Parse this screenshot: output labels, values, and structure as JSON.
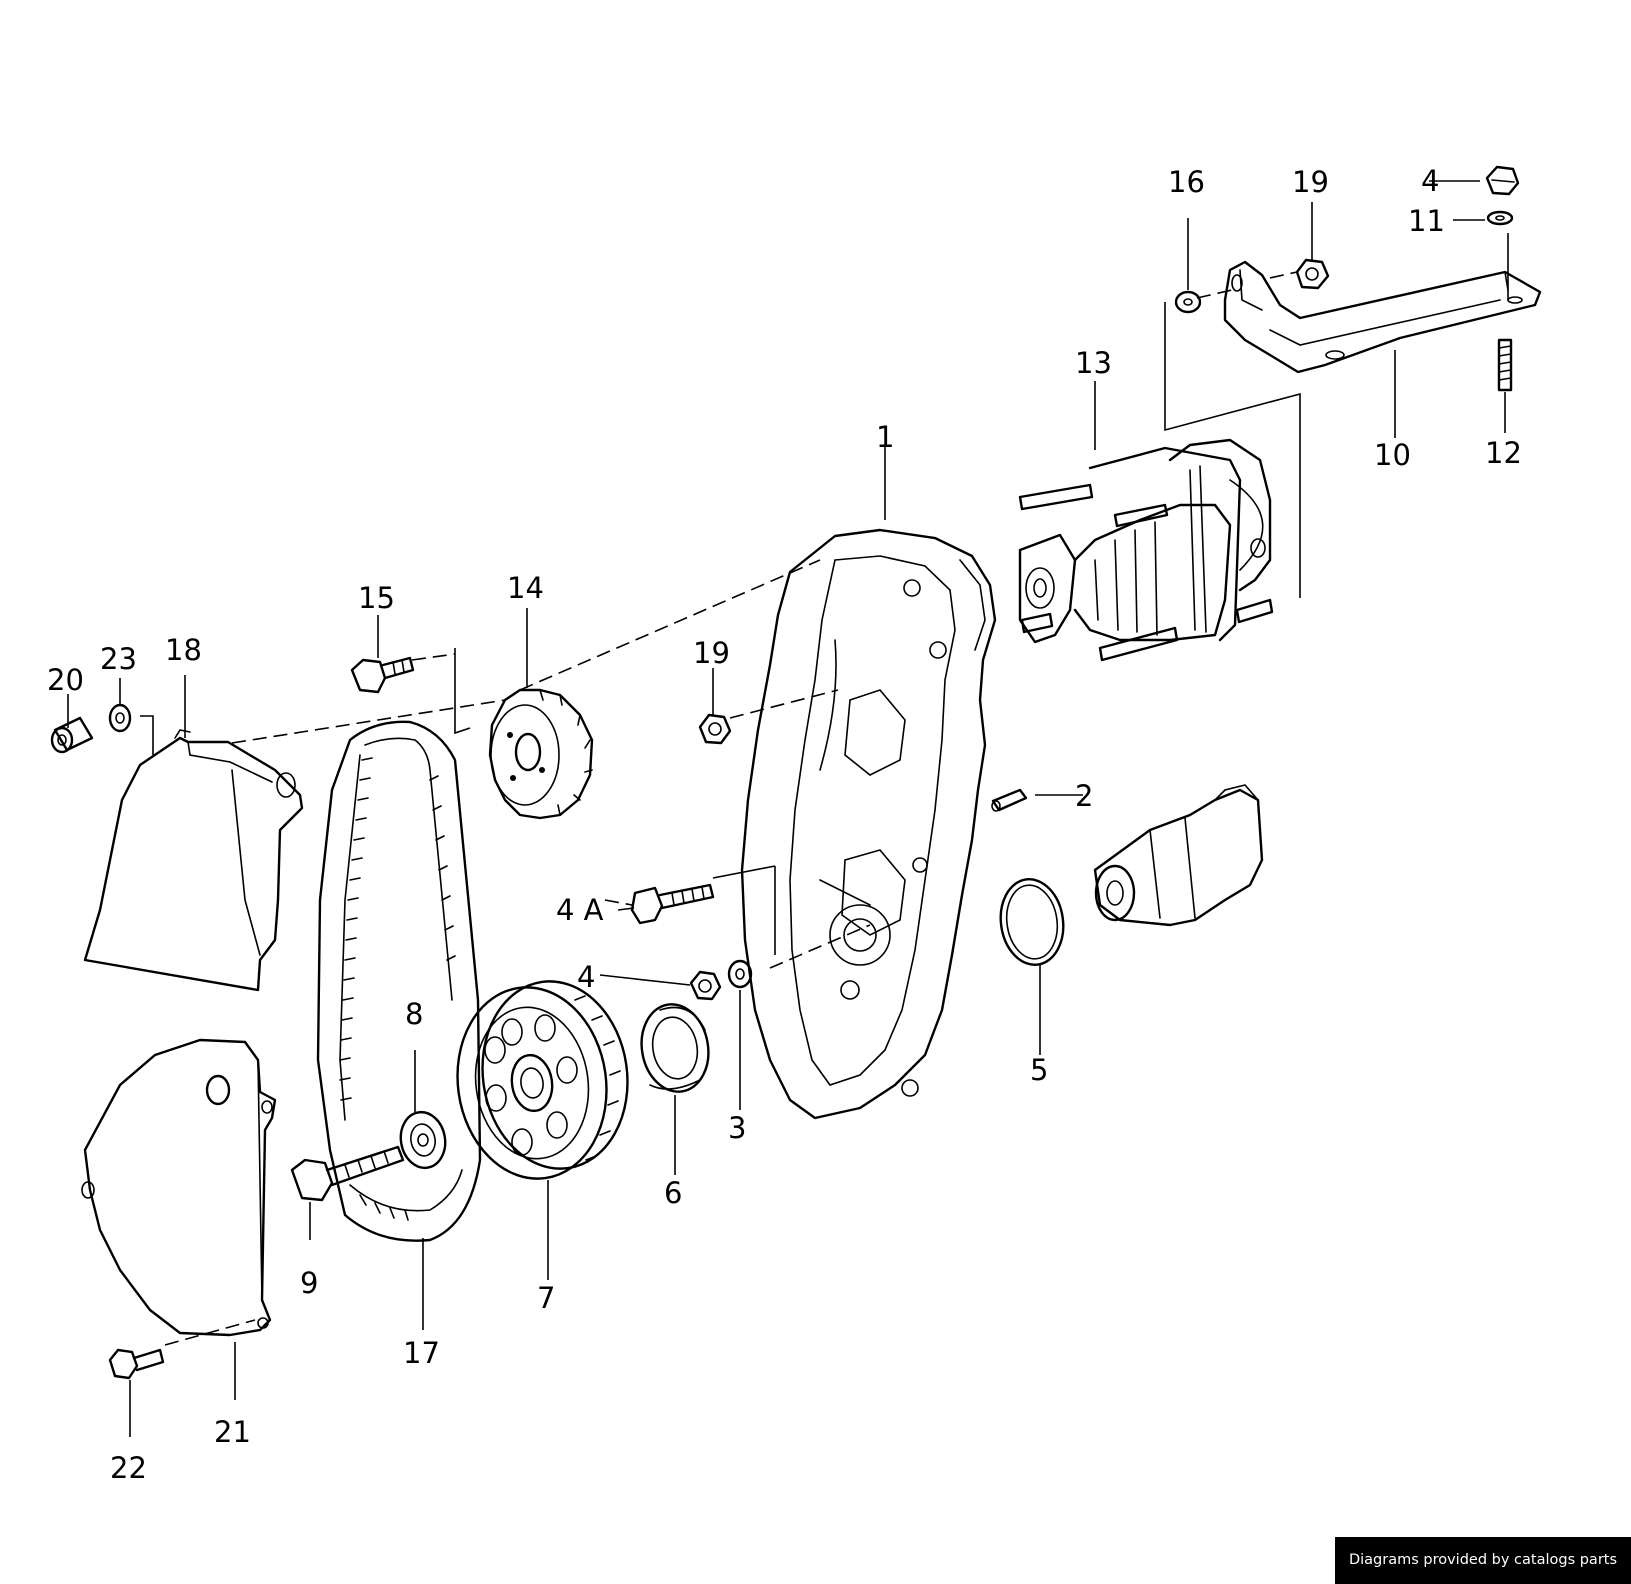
{
  "callouts": [
    {
      "id": "c1",
      "text": "1"
    },
    {
      "id": "c2",
      "text": "2"
    },
    {
      "id": "c3",
      "text": "3"
    },
    {
      "id": "c4a",
      "text": "4"
    },
    {
      "id": "c4b",
      "text": "4"
    },
    {
      "id": "c4A",
      "text": "4 A"
    },
    {
      "id": "c5",
      "text": "5"
    },
    {
      "id": "c6",
      "text": "6"
    },
    {
      "id": "c7",
      "text": "7"
    },
    {
      "id": "c8",
      "text": "8"
    },
    {
      "id": "c9",
      "text": "9"
    },
    {
      "id": "c10",
      "text": "10"
    },
    {
      "id": "c11",
      "text": "11"
    },
    {
      "id": "c12",
      "text": "12"
    },
    {
      "id": "c13",
      "text": "13"
    },
    {
      "id": "c14",
      "text": "14"
    },
    {
      "id": "c15",
      "text": "15"
    },
    {
      "id": "c16",
      "text": "16"
    },
    {
      "id": "c17",
      "text": "17"
    },
    {
      "id": "c18",
      "text": "18"
    },
    {
      "id": "c19a",
      "text": "19"
    },
    {
      "id": "c19b",
      "text": "19"
    },
    {
      "id": "c20",
      "text": "20"
    },
    {
      "id": "c21",
      "text": "21"
    },
    {
      "id": "c22",
      "text": "22"
    },
    {
      "id": "c23",
      "text": "23"
    }
  ],
  "credit": "Diagrams provided by catalogs parts"
}
